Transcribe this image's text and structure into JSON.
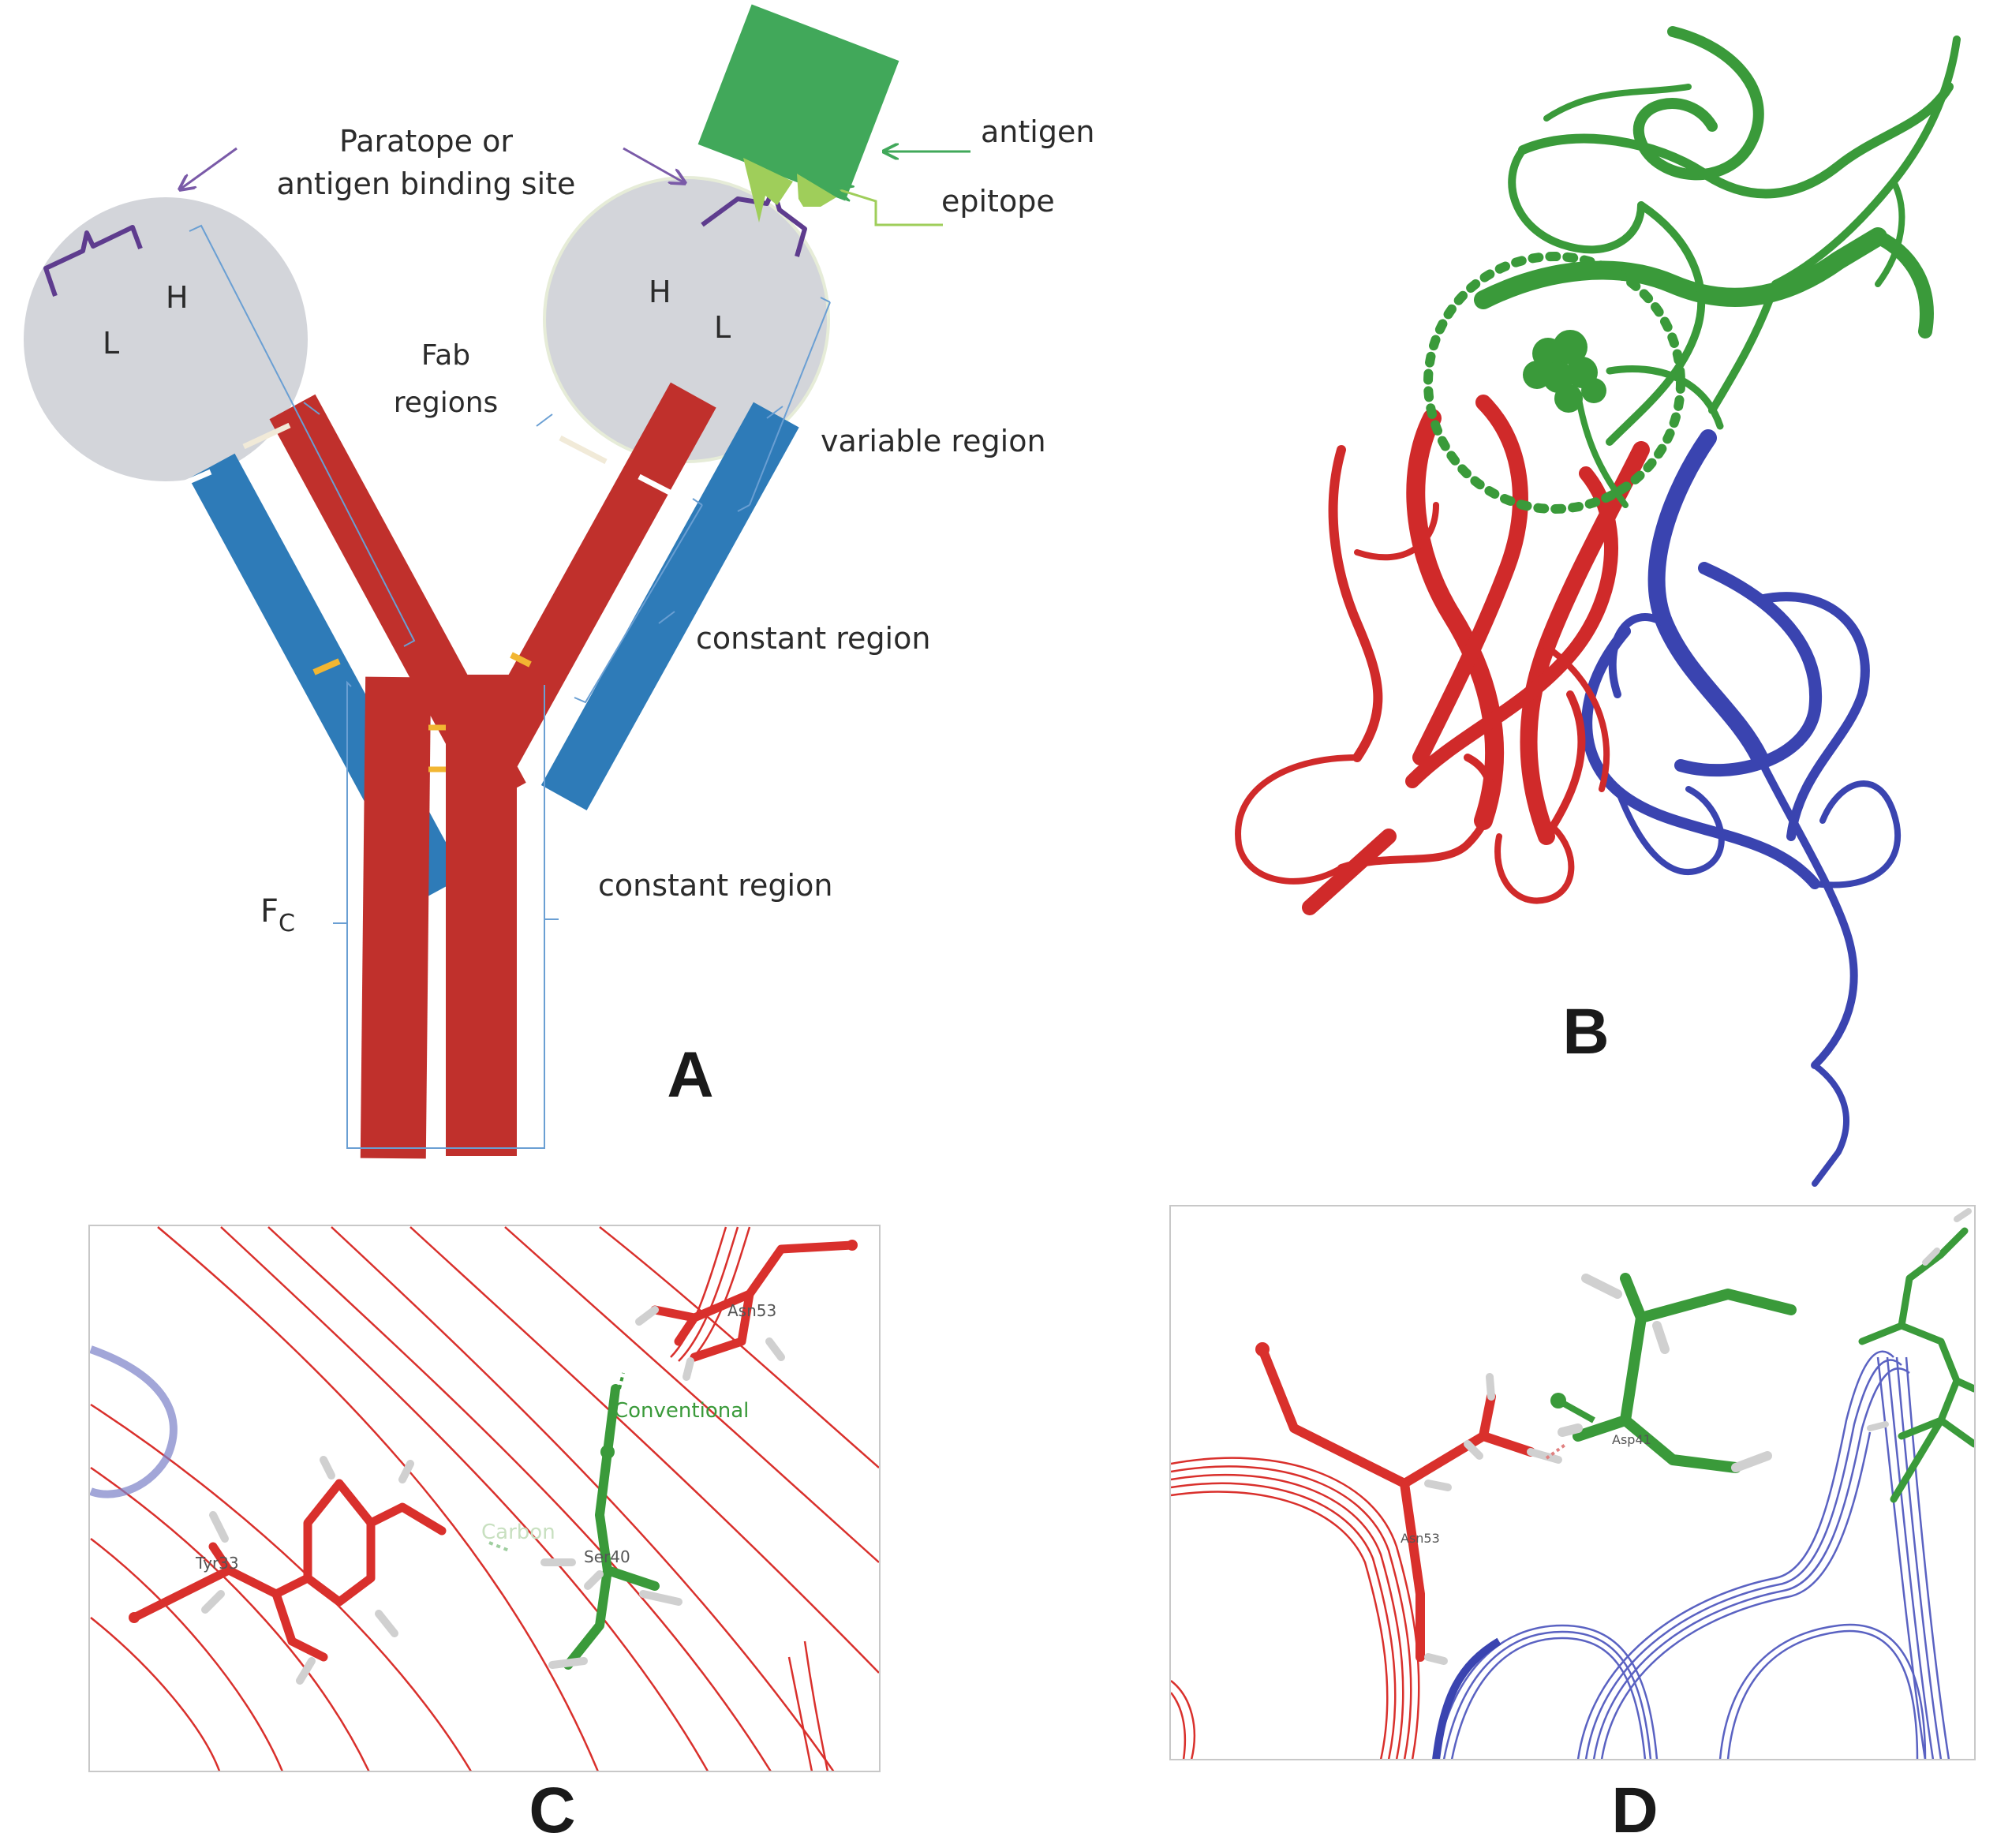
{
  "panels": {
    "a": {
      "letter": "A"
    },
    "b": {
      "letter": "B"
    },
    "c": {
      "letter": "C"
    },
    "d": {
      "letter": "D"
    }
  },
  "labels": {
    "paratope_line1": "Paratope or",
    "paratope_line2": "antigen binding site",
    "antigen": "antigen",
    "epitope": "epitope",
    "fab_line1": "Fab",
    "fab_line2": "regions",
    "variable_region": "variable region",
    "constant_region_arm": "constant region",
    "constant_region_fc": "constant region",
    "fc_main": "F",
    "fc_sub": "C",
    "light_left": "L",
    "heavy_left": "H",
    "heavy_right": "H",
    "light_right": "L"
  },
  "panel_c": {
    "residue_top": "Asn53",
    "residue_left": "Tyr33",
    "residue_mid": "Ser40",
    "bond_conventional": "Conventional",
    "bond_carbon": "Carbon"
  },
  "panel_d": {
    "residue_red": "Asn53",
    "residue_green": "Asp41"
  },
  "colors": {
    "heavy_chain": "#c0302c",
    "light_chain": "#2e7bb8",
    "antigen": "#41a85a",
    "epitope": "#9fce5a",
    "disulfide": "#f2b632",
    "paratope_marker": "#5e3c8e",
    "bracket": "#6a9fd3",
    "ribbon_green": "#3a9a3a",
    "ribbon_red": "#d02a2a",
    "ribbon_blue": "#3a44b0"
  }
}
